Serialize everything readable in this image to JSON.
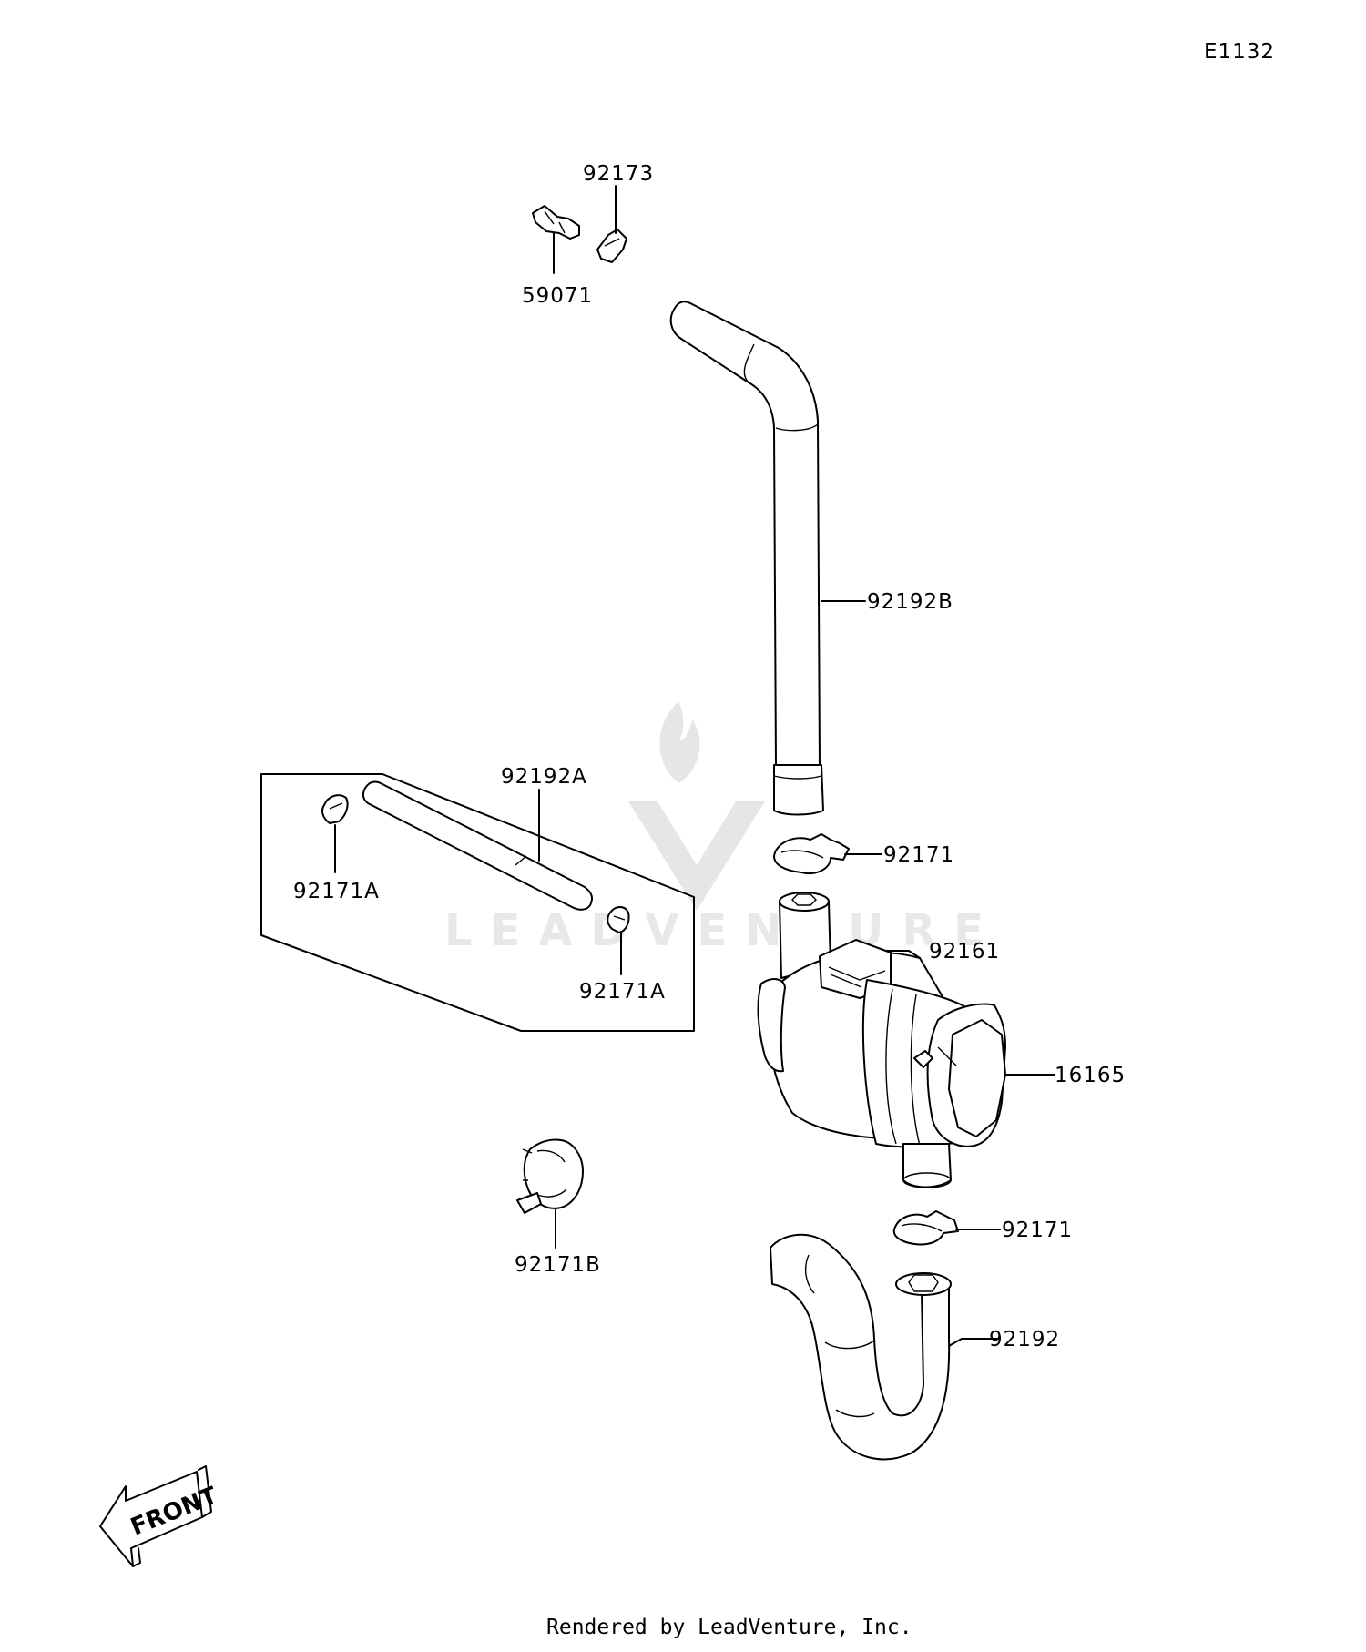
{
  "diagram_code": "E1132",
  "footer": "Rendered by LeadVenture, Inc.",
  "watermark": "LEADVENTURE",
  "front_label": "FRONT",
  "labels": {
    "p92173": "92173",
    "p59071": "59071",
    "p92192B": "92192B",
    "p92192A": "92192A",
    "p92171A_left": "92171A",
    "p92171A_right": "92171A",
    "p92171_upper": "92171",
    "p92161": "92161",
    "p16165": "16165",
    "p92171B": "92171B",
    "p92171_lower": "92171",
    "p92192": "92192"
  }
}
